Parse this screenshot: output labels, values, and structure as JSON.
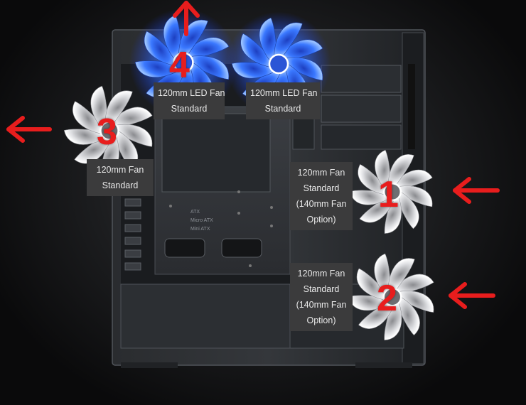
{
  "fans": [
    {
      "number": "1",
      "lines": [
        "120mm Fan",
        "Standard",
        "(140mm Fan",
        "Option)"
      ],
      "color": "white"
    },
    {
      "number": "2",
      "lines": [
        "120mm Fan",
        "Standard",
        "(140mm Fan",
        "Option)"
      ],
      "color": "white"
    },
    {
      "number": "3",
      "lines": [
        "120mm Fan",
        "Standard"
      ],
      "color": "white"
    },
    {
      "number": "4",
      "lines": [
        "120mm LED Fan",
        "Standard"
      ],
      "color": "blue"
    },
    {
      "number": "",
      "lines": [
        "120mm LED Fan",
        "Standard"
      ],
      "color": "blue"
    }
  ],
  "case_markings": [
    "ATX",
    "Micro ATX",
    "Mini ATX"
  ],
  "colors": {
    "arrow": "#e81d1d",
    "label_bg": "#3b3b3c",
    "led_fan": "#2a63ff",
    "white_fan": "#e8e8ea"
  }
}
